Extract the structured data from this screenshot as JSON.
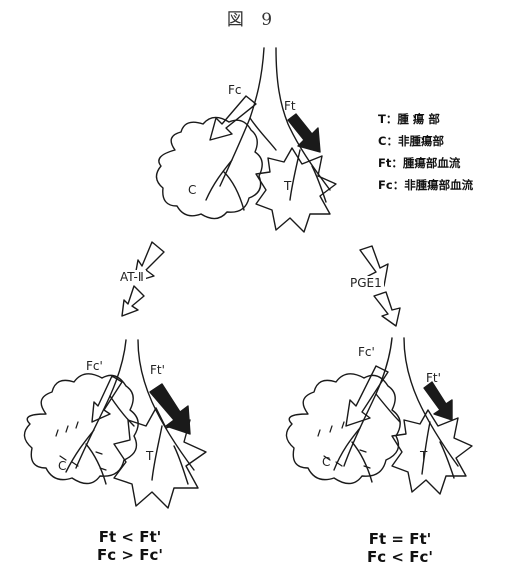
{
  "figure_title": "図 9",
  "legend": [
    {
      "key": "T",
      "sep": "：",
      "desc": "腫 瘍 部"
    },
    {
      "key": "C",
      "sep": "：",
      "desc": "非腫瘍部"
    },
    {
      "key": "Ft",
      "sep": "：",
      "desc": "腫瘍部血流"
    },
    {
      "key": "Fc",
      "sep": "：",
      "desc": "非腫瘍部血流"
    }
  ],
  "top": {
    "fc": "Fc",
    "ft": "Ft",
    "c": "C",
    "t": "T"
  },
  "left_branch": {
    "agent": "AT-Ⅱ",
    "fc": "Fc'",
    "ft": "Ft'",
    "c": "C",
    "t": "T",
    "compare_line1": "Ft < Ft'",
    "compare_line2": "Fc > Fc'"
  },
  "right_branch": {
    "agent": "PGE1",
    "fc": "Fc'",
    "ft": "Ft'",
    "c": "C",
    "t": "T",
    "compare_line1": "Ft = Ft'",
    "compare_line2": "Fc < Fc'"
  },
  "colors": {
    "ink": "#1a1a1a",
    "paper": "#ffffff"
  }
}
